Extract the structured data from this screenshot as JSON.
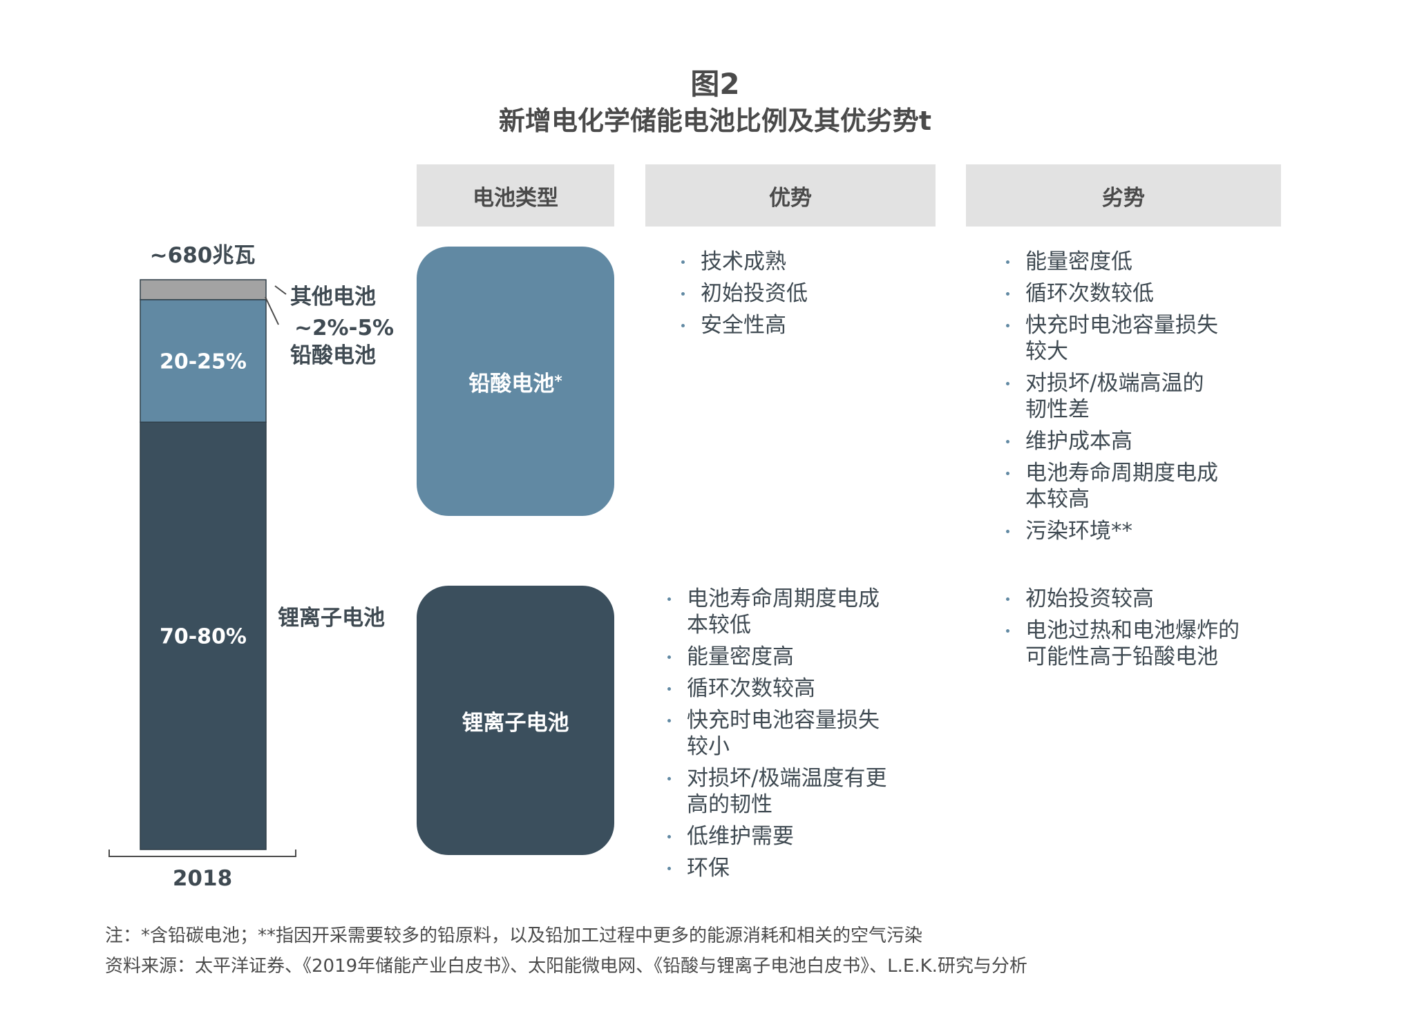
{
  "title": {
    "line1": "图2",
    "line2": "新增电化学储能电池比例及其优劣势t"
  },
  "headers": {
    "type": "电池类型",
    "pros": "优势",
    "cons": "劣势"
  },
  "chart_data": {
    "type": "bar",
    "stacked": true,
    "categories": [
      "2018"
    ],
    "total_label": "~680兆瓦",
    "series": [
      {
        "name": "锂离子电池",
        "value": 75,
        "data_label": "70-80%",
        "side_label": "锂离子电池",
        "color": "#3b4f5d"
      },
      {
        "name": "铅酸电池",
        "value": 21.5,
        "data_label": "20-25%",
        "side_label": "~2%-5% 铅酸电池",
        "color": "#6189a3"
      },
      {
        "name": "其他电池",
        "value": 3.5,
        "data_label": "",
        "side_label": "其他电池",
        "color": "#a3a3a3"
      }
    ],
    "side_labels": {
      "other": "其他电池",
      "other_pct": "~2%-5%",
      "lead": "铅酸电池",
      "li": "锂离子电池"
    },
    "ylim": [
      0,
      100
    ]
  },
  "battery_types": [
    {
      "name": "铅酸电池",
      "mark": "*",
      "color": "#6189a3",
      "pros": [
        "技术成熟",
        "初始投资低",
        "安全性高"
      ],
      "cons": [
        "能量密度低",
        "循环次数较低",
        "快充时电池容量损失较大",
        "对损坏/极端高温的韧性差",
        "维护成本高",
        "电池寿命周期度电成本较高",
        "污染环境**"
      ]
    },
    {
      "name": "锂离子电池",
      "mark": "",
      "color": "#3b4f5d",
      "pros": [
        "电池寿命周期度电成本较低",
        "能量密度高",
        "循环次数较高",
        "快充时电池容量损失较小",
        "对损坏/极端温度有更高的韧性",
        "低维护需要",
        "环保"
      ],
      "cons": [
        "初始投资较高",
        "电池过热和电池爆炸的可能性高于铅酸电池"
      ]
    }
  ],
  "notes": {
    "note": "注：*含铅碳电池；**指因开采需要较多的铅原料，以及铅加工过程中更多的能源消耗和相关的空气污染",
    "source": "资料来源：太平洋证券、《2019年储能产业白皮书》、太阳能微电网、《铅酸与锂离子电池白皮书》、L.E.K.研究与分析"
  }
}
